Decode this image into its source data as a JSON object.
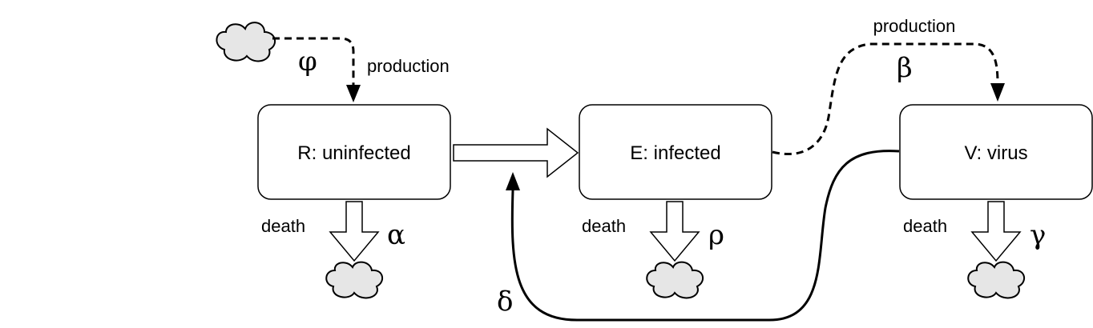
{
  "nodes": {
    "r": {
      "label": "R: uninfected"
    },
    "e": {
      "label": "E: infected"
    },
    "v": {
      "label": "V: virus"
    }
  },
  "edges": {
    "production_r": {
      "label": "production",
      "parameter": "φ"
    },
    "production_v": {
      "label": "production",
      "parameter": "β"
    },
    "death_r": {
      "label": "death",
      "parameter": "α"
    },
    "death_e": {
      "label": "death",
      "parameter": "ρ"
    },
    "death_v": {
      "label": "death",
      "parameter": "γ"
    },
    "infection": {
      "parameter": "δ"
    }
  },
  "colors": {
    "cloud_fill": "#e6e6e6",
    "stroke": "#000000"
  }
}
